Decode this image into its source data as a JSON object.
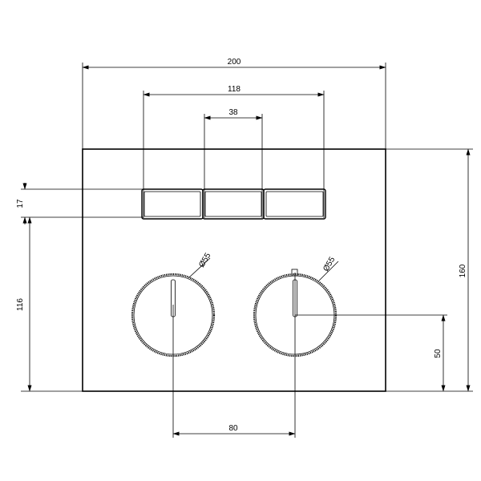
{
  "dimensions": {
    "overall_width": "200",
    "button_row_width": "118",
    "single_button_width": "38",
    "button_height": "17",
    "panel_height": "160",
    "buttons_to_bottom": "116",
    "knob_diameter_left": "Ø55",
    "knob_diameter_right": "Ø55",
    "knob_spacing": "80",
    "knob_center_height": "50"
  }
}
